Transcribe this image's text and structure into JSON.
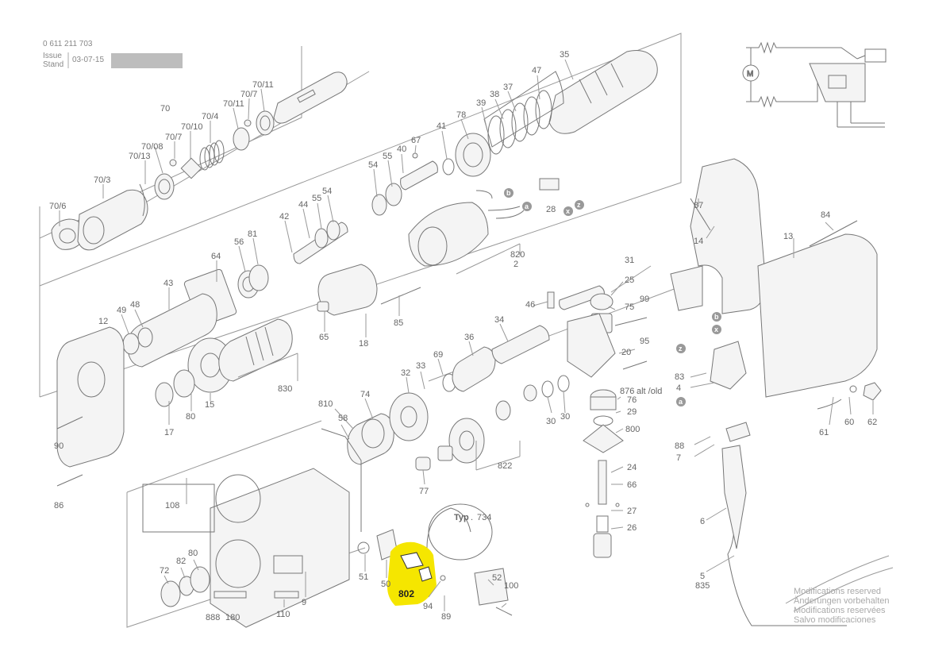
{
  "header": {
    "part_number": "0 611 211 703",
    "issue_label": "Issue",
    "stand_label": "Stand",
    "date": "03-07-15"
  },
  "highlight": {
    "label": "802",
    "color": "#f5e600"
  },
  "labels": {
    "l_70_6": "70/6",
    "l_70_3": "70/3",
    "l_70_13": "70/13",
    "l_70_08": "70/08",
    "l_70_7a": "70/7",
    "l_70_10": "70/10",
    "l_70_4": "70/4",
    "l_70": "70",
    "l_70_11a": "70/11",
    "l_70_7b": "70/7",
    "l_70_11b": "70/11",
    "l_35": "35",
    "l_47": "47",
    "l_37": "37",
    "l_38": "38",
    "l_39": "39",
    "l_78": "78",
    "l_41": "41",
    "l_67": "67",
    "l_40": "40",
    "l_55a": "55",
    "l_54a": "54",
    "l_44": "44",
    "l_55b": "55",
    "l_54b": "54",
    "l_42": "42",
    "l_28": "28",
    "l_820": "820",
    "l_2": "2",
    "l_56": "56",
    "l_81": "81",
    "l_64": "64",
    "l_43": "43",
    "l_49": "49",
    "l_48": "48",
    "l_12": "12",
    "l_18": "18",
    "l_85": "85",
    "l_65": "65",
    "l_830": "830",
    "l_17": "17",
    "l_80a": "80",
    "l_15": "15",
    "l_90": "90",
    "l_86": "86",
    "l_810": "810",
    "l_58": "58",
    "l_74": "74",
    "l_32": "32",
    "l_33": "33",
    "l_69": "69",
    "l_36": "36",
    "l_34": "34",
    "l_46": "46",
    "l_77": "77",
    "l_30a": "30",
    "l_30b": "30",
    "l_822": "822",
    "l_31": "31",
    "l_25": "25",
    "l_75": "75",
    "l_99": "99",
    "l_20": "20",
    "l_95": "95",
    "l_876": "876",
    "l_alt_old": "alt /old",
    "l_76": "76",
    "l_29": "29",
    "l_800": "800",
    "l_24": "24",
    "l_66": "66",
    "l_27": "27",
    "l_26": "26",
    "l_87": "87",
    "l_14": "14",
    "l_84": "84",
    "l_13": "13",
    "l_83": "83",
    "l_4": "4",
    "l_61": "61",
    "l_60": "60",
    "l_62": "62",
    "l_88": "88",
    "l_7": "7",
    "l_6": "6",
    "l_5": "5",
    "l_835": "835",
    "l_108": "108",
    "l_72": "72",
    "l_82": "82",
    "l_80b": "80",
    "l_888": "888",
    "l_180": "180",
    "l_110": "110",
    "l_9": "9",
    "l_51": "51",
    "l_50": "50",
    "l_94": "94",
    "l_89": "89",
    "l_52": "52",
    "l_100": "100",
    "typ_label": "Typ",
    "typ_value": "734"
  },
  "wire_markers": {
    "b1": "b",
    "a1": "a",
    "x1": "x",
    "z1": "z",
    "b2": "b",
    "x2": "x",
    "z2": "z",
    "a2": "a"
  },
  "notice": {
    "line1": "Modifications reserved",
    "line2": "Änderungen vorbehalten",
    "line3": "Modifications reservées",
    "line4": "Salvo modificaciones"
  }
}
